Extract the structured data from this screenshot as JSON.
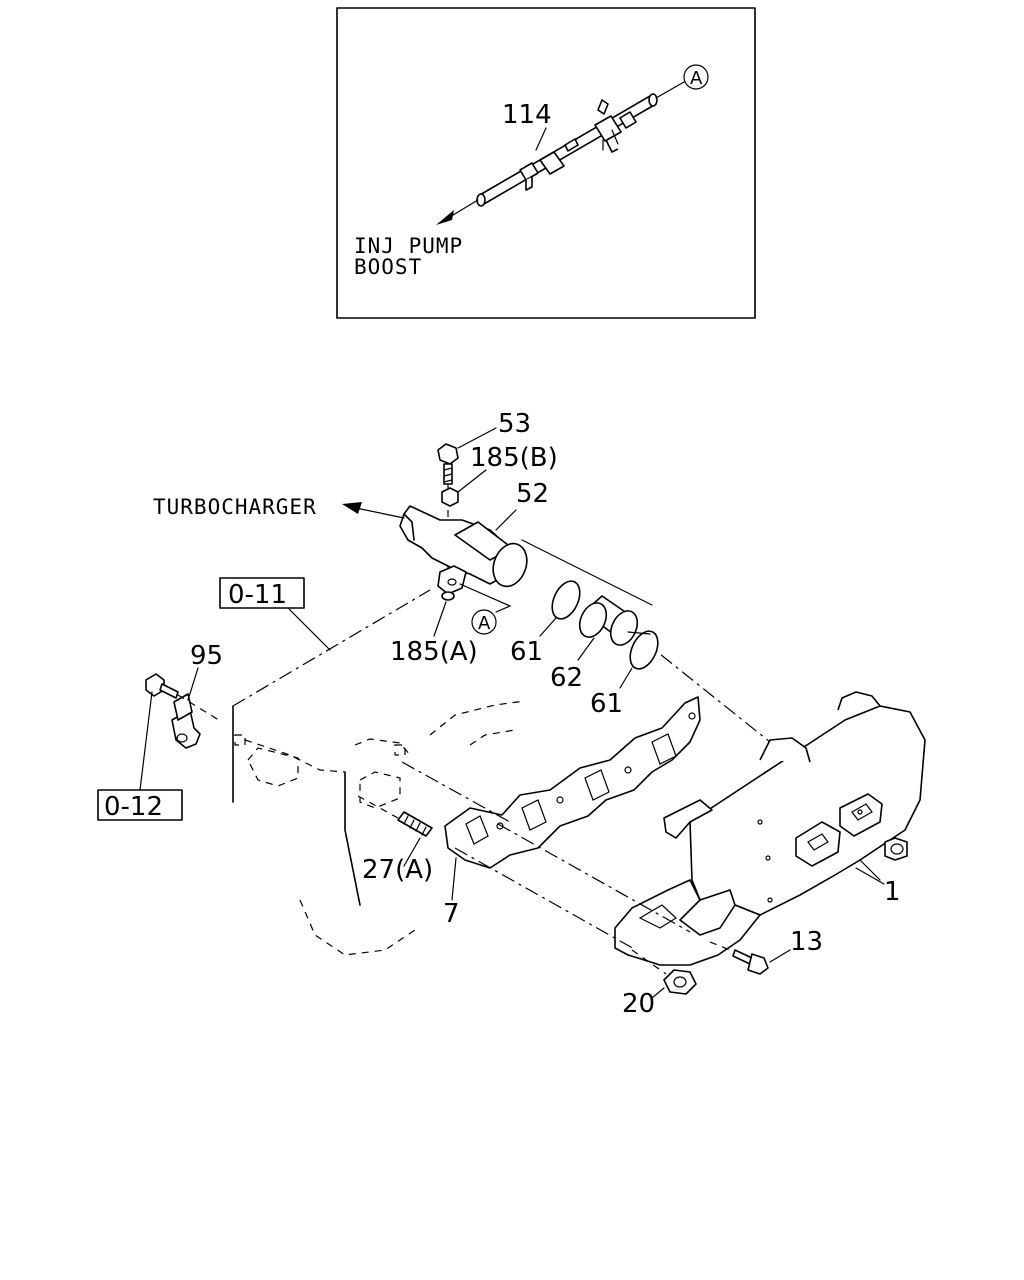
{
  "inset": {
    "callout_114": "114",
    "ref_a": "A",
    "label_line1": "INJ PUMP",
    "label_line2": "BOOST"
  },
  "main": {
    "callout_53": "53",
    "callout_185b": "185(B)",
    "callout_52": "52",
    "turbo_label": "TURBOCHARGER",
    "ref_box_011": "0-11",
    "callout_185a": "185(A)",
    "ref_a": "A",
    "callout_61_left": "61",
    "callout_62": "62",
    "callout_61_right": "61",
    "callout_95": "95",
    "ref_box_012": "0-12",
    "callout_27a": "27(A)",
    "callout_7": "7",
    "callout_1": "1",
    "callout_13": "13",
    "callout_20": "20"
  }
}
